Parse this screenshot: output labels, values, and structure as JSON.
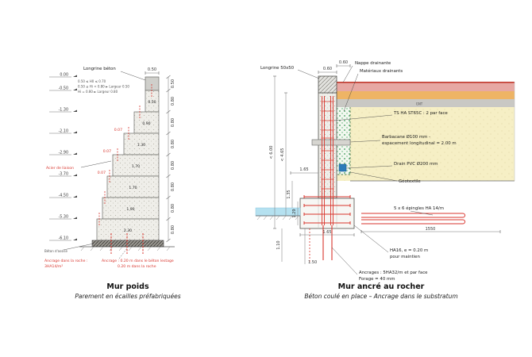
{
  "colors": {
    "rebar_red": "#d8342c",
    "pink_band": "#e7a8a3",
    "orange_band": "#eeb465",
    "gray_band": "#c9c8c4",
    "sand": "#f6efc5",
    "drain_green": "#3a9a55",
    "drain_pvc_blue": "#2b7bb9",
    "water_blue": "#b5e1f0",
    "concrete": "#efeee9"
  },
  "left": {
    "title": "Mur poids",
    "subtitle": "Parement en écailles préfabriquées",
    "longrine_label": "Longrine béton",
    "top_width": "0.50",
    "conditions": [
      "0.50 ≤ H0 ≤ 0.70",
      "0.50 ≤ Hi < 0.80 ► Largeur 0.50",
      "Hi = 0.80 ► Largeur 0.80"
    ],
    "elevations": [
      "0.00",
      "-0.50",
      "-1.30",
      "-2.10",
      "-2.90",
      "-3.70",
      "-4.50",
      "-5.30",
      "-6.10"
    ],
    "height_dims": [
      "0.50",
      "0.80",
      "0.80",
      "0.80",
      "0.80",
      "0.80",
      "0.80",
      "0.80"
    ],
    "step_widths": [
      "0.50",
      "0.90",
      "1.30",
      "1.70",
      "1.70",
      "1.90",
      "2.30"
    ],
    "offsets": [
      "0.07",
      "0.07",
      "0.07"
    ],
    "acier_label": "Acier de liaison",
    "beton_assise_label": "Béton d'assise",
    "anchor_rock_1": "Ancrage dans la roche :",
    "anchor_rock_2": "3HA14/m²",
    "anchor_note_1": "Ancrage : 0.20 m dans le béton lestage",
    "anchor_note_2": "0.20 m dans la roche"
  },
  "right": {
    "title": "Mur ancré au rocher",
    "subtitle": "Béton coulé en place – Ancrage dans le substratum",
    "longrine_label": "Longrine 50x50",
    "nappe_label": "Nappe drainante",
    "materiaux_label": "Matériaux drainants",
    "gnt_label": "GNT",
    "ts_label": "TS HA ST65C : 2 par face",
    "barbacane_1": "Barbacane Ø100 mm -",
    "barbacane_2": "espacement longitudinal = 2.00 m",
    "drain_label": "Drain PVC Ø200 mm",
    "geotextile_label": "Géotextile",
    "epingles_label": "5 x 6 épingles HA 14/m",
    "ha16_1": "HA16, e = 0.20 m",
    "ha16_2": "pour maintien",
    "ancrages_1": "Ancrages : 5HA32/m et par face",
    "ancrages_2": "Forage = 40 mm",
    "dims": {
      "top_width": "0.60",
      "drain_width": "0.60",
      "h_total": "< 6.00",
      "h_exposed": "< 4.65",
      "offset_165": "1.65",
      "footing_h1": "1.35",
      "footing_h2": "1.29",
      "anchor_d1": "1.10",
      "anchor_d2": "1.50",
      "footing_w": "1.65",
      "epingle_len": "1550"
    }
  }
}
